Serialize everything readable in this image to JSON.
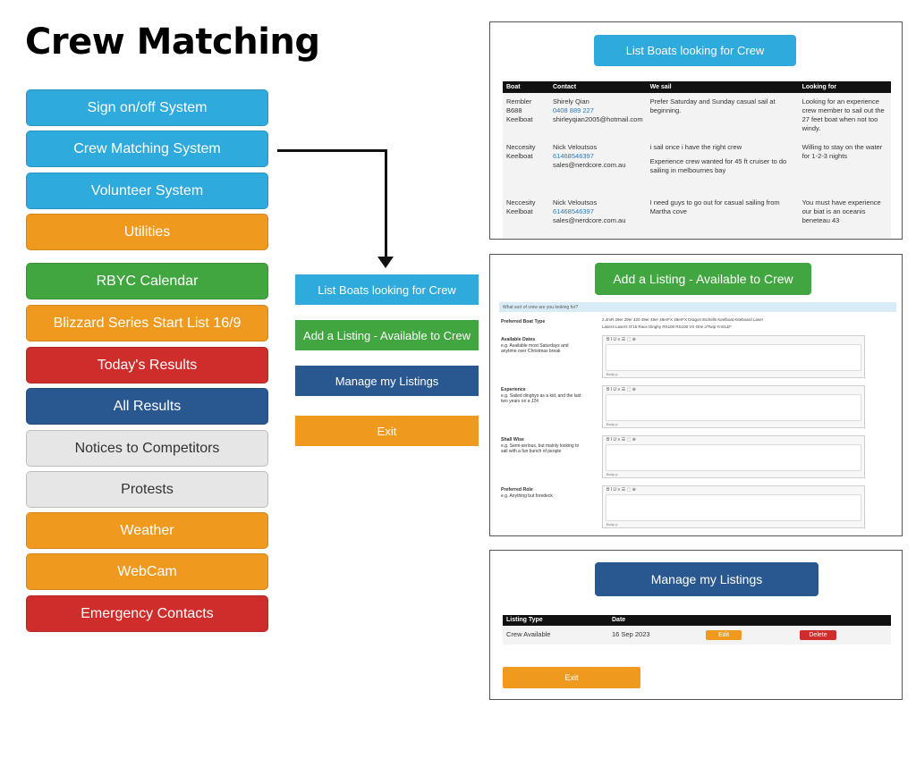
{
  "page": {
    "title": "Crew Matching"
  },
  "main_menu": [
    {
      "label": "Sign on/off System",
      "color": "#2eaadc"
    },
    {
      "label": "Crew Matching System",
      "color": "#2eaadc"
    },
    {
      "label": "Volunteer System",
      "color": "#2eaadc"
    },
    {
      "label": "Utilities",
      "color": "#ef9a1f"
    },
    {
      "label": "RBYC Calendar",
      "color": "#41a640"
    },
    {
      "label": "Blizzard Series Start List 16/9",
      "color": "#ef9a1f"
    },
    {
      "label": "Today's Results",
      "color": "#cf2d2b"
    },
    {
      "label": "All Results",
      "color": "#29578f"
    },
    {
      "label": "Notices to Competitors",
      "color": "#e6e6e6"
    },
    {
      "label": "Protests",
      "color": "#e6e6e6"
    },
    {
      "label": "Weather",
      "color": "#ef9a1f"
    },
    {
      "label": "WebCam",
      "color": "#ef9a1f"
    },
    {
      "label": "Emergency Contacts",
      "color": "#cf2d2b"
    }
  ],
  "sub_menu": [
    {
      "label": "List Boats looking for Crew",
      "color": "#2eaadc"
    },
    {
      "label": "Add a Listing - Available to Crew",
      "color": "#41a640"
    },
    {
      "label": "Manage my Listings",
      "color": "#29578f"
    },
    {
      "label": "Exit",
      "color": "#ef9a1f"
    }
  ],
  "list_panel": {
    "header": "List Boats looking for Crew",
    "columns": [
      "Boat",
      "Contact",
      "We sail",
      "Looking for"
    ],
    "rows": [
      {
        "boat": "Rembler B688 Keelboat",
        "contact_name": "Shirely Qian",
        "contact_phone": "0408 889 227",
        "contact_email": "shirleyqian2005@hotmail.com",
        "we_sail": "Prefer Saturday and Sunday casual sail at beginning.",
        "we_sail_2": "",
        "looking_for": "Looking for an experience crew member to sail out the 27 feet boat when not too windy."
      },
      {
        "boat": "Neccesity Keelboat",
        "contact_name": "Nick Veloutsos",
        "contact_phone": "61468546397",
        "contact_email": "sales@nerdcore.com.au",
        "we_sail": "i sail once i have the right crew",
        "we_sail_2": "Experience crew wanted for 45 ft cruiser to do sailing in melbournes bay",
        "looking_for": "Willing to stay on the water for 1-2-3 nights"
      },
      {
        "boat": "Neccesity Keelboat",
        "contact_name": "Nick Veloutsos",
        "contact_phone": "61468546397",
        "contact_email": "sales@nerdcore.com.au",
        "we_sail": "I need guys to go out for casual sailing from Martha cove",
        "we_sail_2": "",
        "looking_for": "You must have experience our biat is an oceanis beneteau 43"
      }
    ]
  },
  "add_panel": {
    "header": "Add a Listing - Available to Crew",
    "banner": "What sort of crew are you looking for?",
    "preferred_boat_type_label": "Preferred Boat Type",
    "boat_types_row1": "2.4mR   29er   29er   420   49er   49er   49erFX   49erFX   Dragon   Etchells   Keelboat   Kiteboard   Laser",
    "boat_types_row2": "Laser4   Lasers   O'15   Race Dinghy   RS100   RS100   VX One   J/Twip   YnGLD*",
    "fields": [
      {
        "label": "Available Dates",
        "hint": "e.g. Available most Saturdays and anytime over Christmas break"
      },
      {
        "label": "Experience",
        "hint": "e.g. Sailed dinghys as a kid, and the last two years on a J24"
      },
      {
        "label": "Shall Wise",
        "hint": "e.g. Semi-serious, but mainly looking to sail with a fun bunch of people"
      },
      {
        "label": "Preferred Role",
        "hint": "e.g. Anything but foredeck"
      }
    ],
    "editor_tools": "B  I  U  ≡  ☰  ⬚  ⊕",
    "editor_footer": "Body   p"
  },
  "manage_panel": {
    "header": "Manage my Listings",
    "columns": [
      "Listing Type",
      "Date"
    ],
    "row": {
      "type": "Crew Available",
      "date": "16 Sep 2023"
    },
    "edit_label": "Edit",
    "delete_label": "Delete",
    "exit_label": "Exit"
  }
}
